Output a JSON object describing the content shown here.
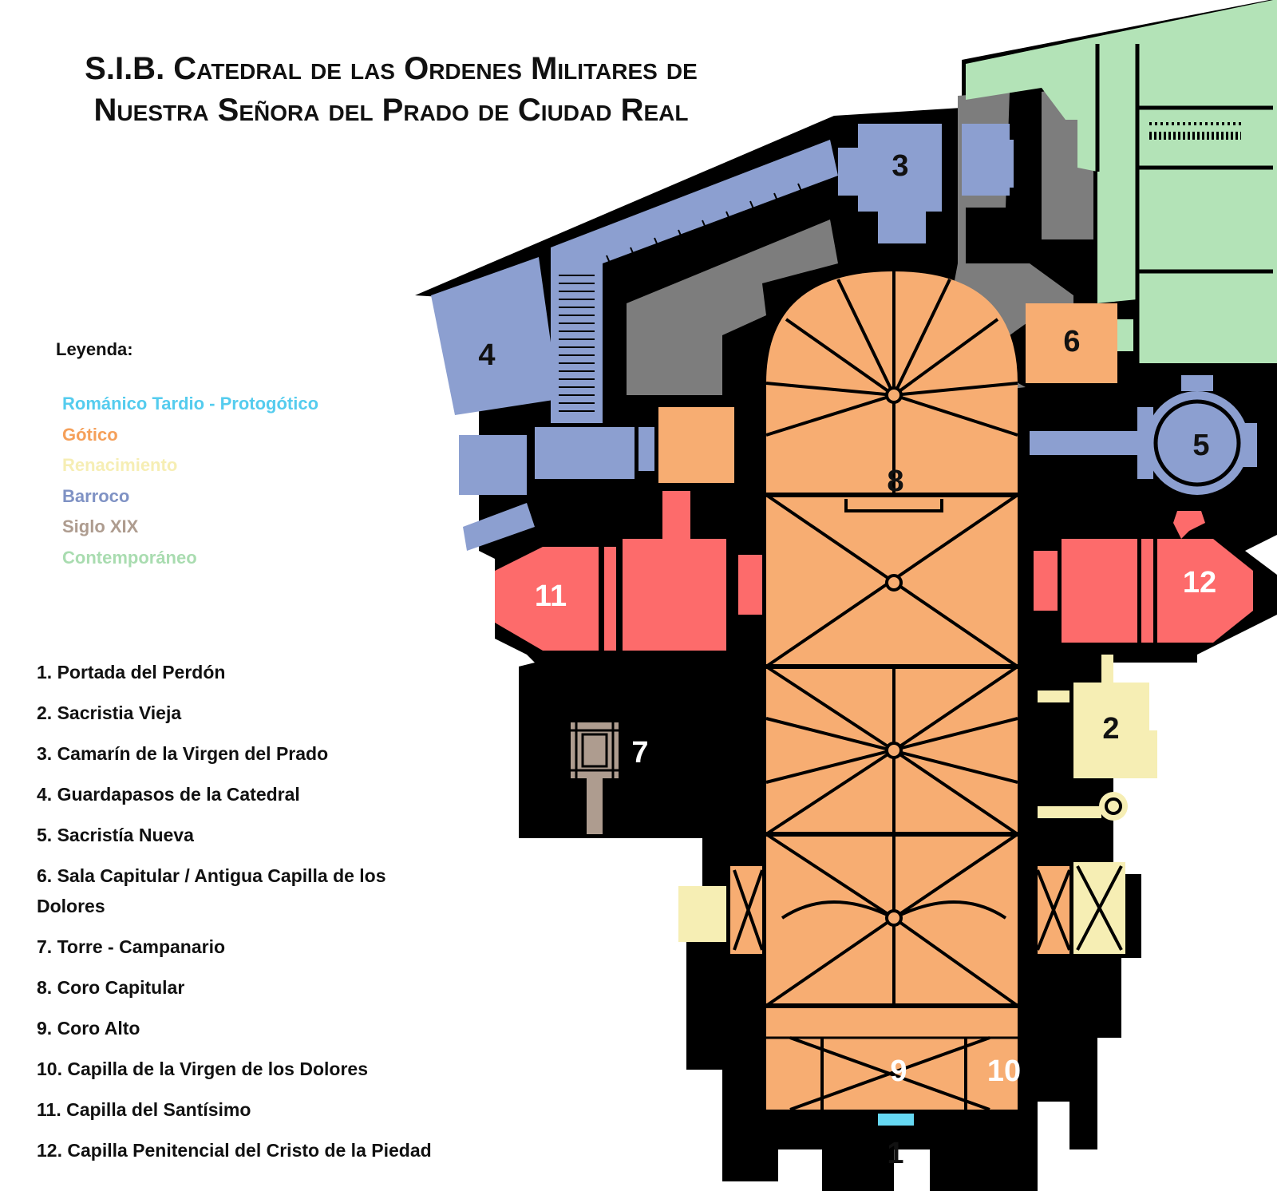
{
  "title": {
    "line1": "S.I.B. Catedral de las Ordenes Militares de",
    "line2": "Nuestra Señora del Prado de Ciudad Real"
  },
  "legend": {
    "heading": "Leyenda:",
    "entries": [
      {
        "label": "Románico Tardio - Protogótico",
        "color": "#55ccee"
      },
      {
        "label": "Gótico",
        "color": "#f5a05a"
      },
      {
        "label": "Renacimiento",
        "color": "#f6eeb4"
      },
      {
        "label": "Barroco",
        "color": "#7f92c4"
      },
      {
        "label": "Siglo XIX",
        "color": "#ae9c8f"
      },
      {
        "label": "Contemporáneo",
        "color": "#a9dcb0"
      }
    ]
  },
  "rooms": [
    {
      "label": "1. Portada del Perdón"
    },
    {
      "label": "2. Sacristia Vieja"
    },
    {
      "label": "3. Camarín de la Virgen del Prado"
    },
    {
      "label": "4. Guardapasos de la Catedral"
    },
    {
      "label": "5. Sacristía Nueva"
    },
    {
      "label": "6. Sala Capitular / Antigua Capilla de los Dolores"
    },
    {
      "label": "7. Torre - Campanario"
    },
    {
      "label": "8. Coro Capitular"
    },
    {
      "label": "9. Coro Alto"
    },
    {
      "label": "10. Capilla de la Virgen de los Dolores"
    },
    {
      "label": "11. Capilla del Santísimo"
    },
    {
      "label": "12. Capilla Penitencial del Cristo de la Piedad"
    }
  ],
  "plan_numbers": {
    "n1": "1",
    "n2": "2",
    "n3": "3",
    "n4": "4",
    "n5": "5",
    "n6": "6",
    "n7": "7",
    "n8": "8",
    "n9": "9",
    "n10": "10",
    "n11": "11",
    "n12": "12"
  },
  "colors": {
    "wall": "#000000",
    "gothic": "#f7ad72",
    "renaissance": "#f6eeb4",
    "baroque": "#8c9fd0",
    "nineteenth": "#ae9c8f",
    "contemporary": "#b3e3b7",
    "courtyard": "#7d7d7d",
    "chapel_red": "#fd6b6b",
    "romanesque": "#66d8f2"
  }
}
